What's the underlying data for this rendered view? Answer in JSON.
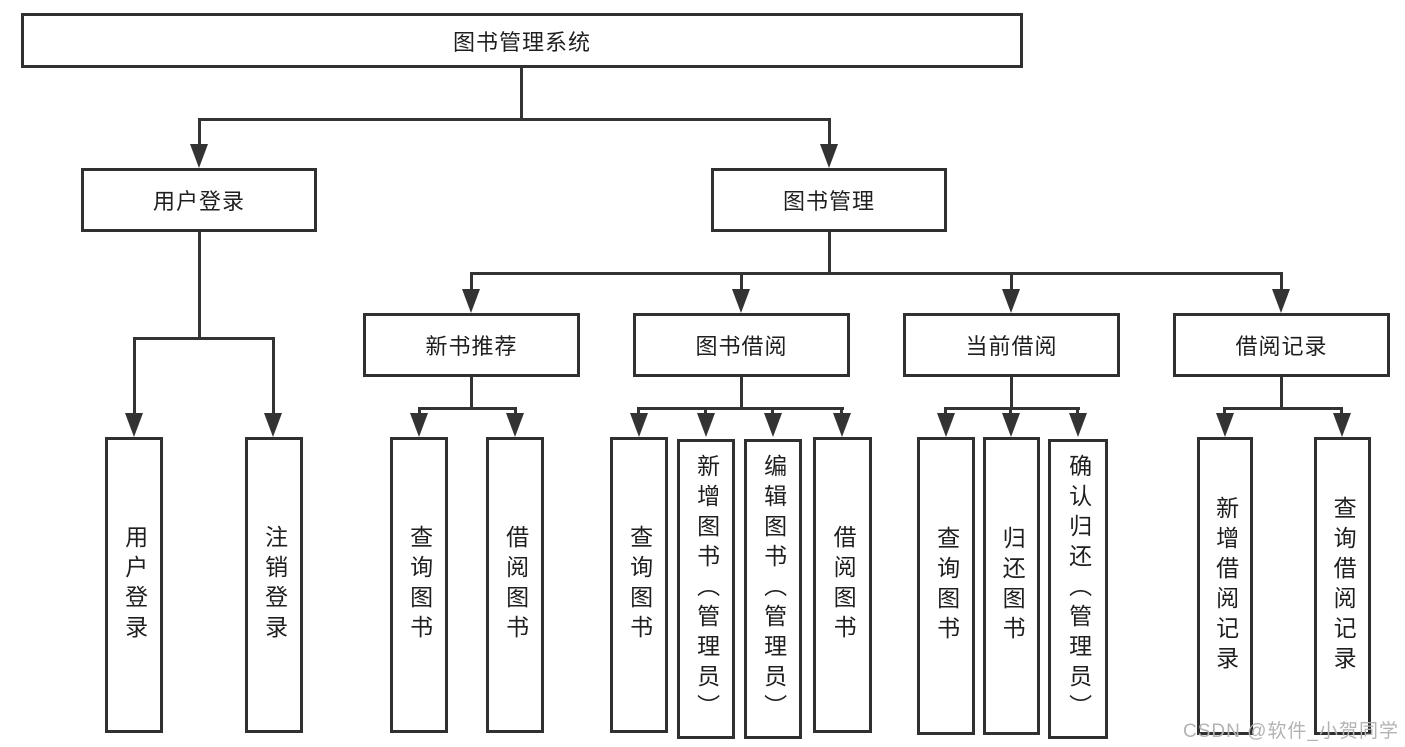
{
  "root": {
    "label": "图书管理系统"
  },
  "branches": [
    {
      "label": "用户登录",
      "children": [
        {
          "label": "用户登录"
        },
        {
          "label": "注销登录"
        }
      ]
    },
    {
      "label": "图书管理",
      "groups": [
        {
          "label": "新书推荐",
          "children": [
            {
              "label": "查询图书"
            },
            {
              "label": "借阅图书"
            }
          ]
        },
        {
          "label": "图书借阅",
          "children": [
            {
              "label": "查询图书"
            },
            {
              "label": "新增图书（管理员）"
            },
            {
              "label": "编辑图书（管理员）"
            },
            {
              "label": "借阅图书"
            }
          ]
        },
        {
          "label": "当前借阅",
          "children": [
            {
              "label": "查询图书"
            },
            {
              "label": "归还图书"
            },
            {
              "label": "确认归还（管理员）"
            }
          ]
        },
        {
          "label": "借阅记录",
          "children": [
            {
              "label": "新增借阅记录"
            },
            {
              "label": "查询借阅记录"
            }
          ]
        }
      ]
    }
  ],
  "watermark": "CSDN @软件_小贺同学",
  "colors": {
    "line": "#333333",
    "box_border": "#303030",
    "text": "#1f1f1f",
    "watermark": "#b3b3b3",
    "background": "#ffffff"
  }
}
